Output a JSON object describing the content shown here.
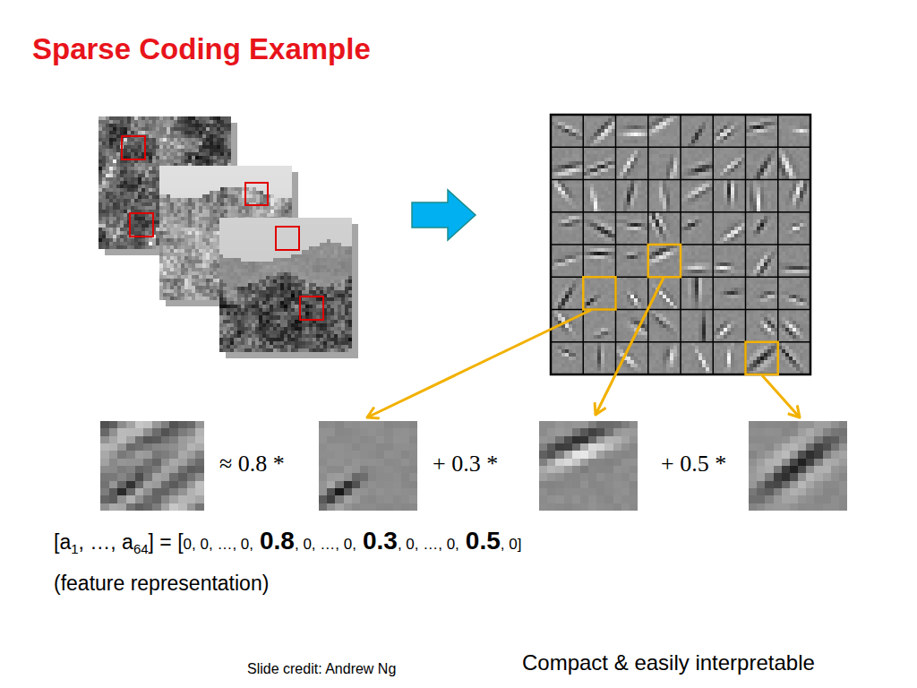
{
  "diagram": {
    "title": "Sparse Coding Example",
    "labels": [
      "≈ 0.8 *",
      "+ 0.3 *",
      "+ 0.5 *",
      "[a",
      "1",
      ", …, a",
      "64",
      "] = [",
      "0, 0, …, 0,",
      "0.8",
      ", 0, …, 0,",
      "0.3",
      ", 0, …, 0,",
      "0.5",
      ", 0]",
      "(feature representation)",
      "Slide credit: Andrew Ng",
      "Compact & easily interpretable"
    ]
  }
}
